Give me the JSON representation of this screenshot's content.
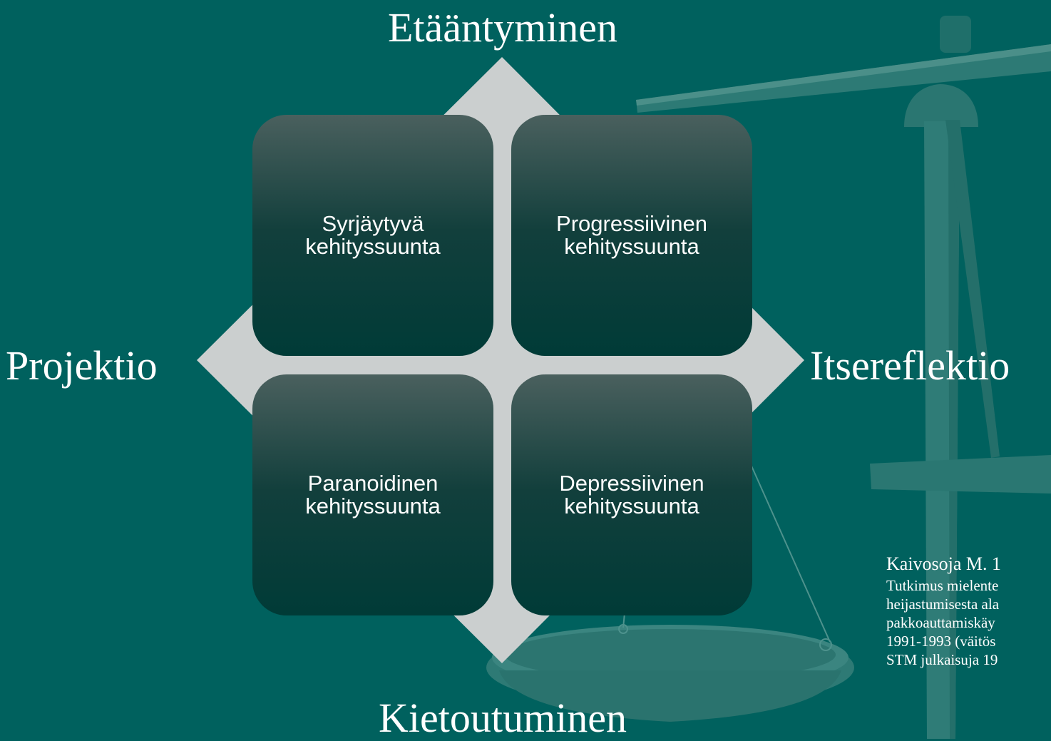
{
  "colors": {
    "background": "#00615e",
    "diamond": "#cbcfcf",
    "quadrant_top": "#4a605e",
    "quadrant_bottom": "#003b37",
    "text": "#ffffff"
  },
  "axes": {
    "top": "Etääntyminen",
    "bottom": "Kietoutuminen",
    "left": "Projektio",
    "right": "Itsereflektio"
  },
  "quadrants": [
    {
      "line1": "Syrjäytyvä",
      "line2": "kehityssuunta"
    },
    {
      "line1": "Progressiivinen",
      "line2": "kehityssuunta"
    },
    {
      "line1": "Paranoidinen",
      "line2": "kehityssuunta"
    },
    {
      "line1": "Depressiivinen",
      "line2": "kehityssuunta"
    }
  ],
  "citation": {
    "author": "Kaivosoja M. 1",
    "lines": [
      "Tutkimus mielente",
      "heijastumisesta ala",
      "pakkoauttamiskäy",
      "1991-1993 (väitös",
      "STM julkaisuja 19"
    ]
  },
  "background_image": "scales-of-justice"
}
